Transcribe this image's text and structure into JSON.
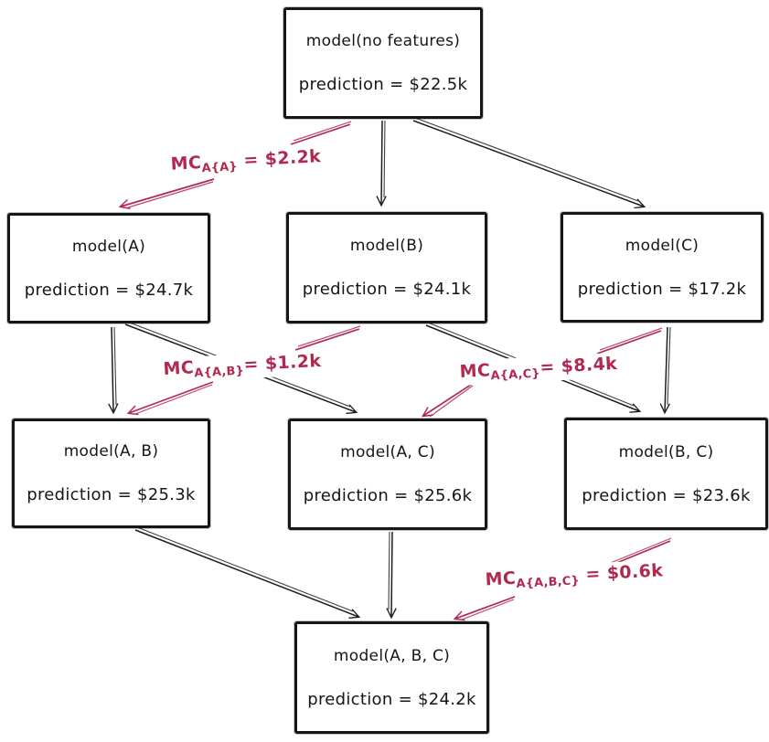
{
  "diagram": {
    "nodes": {
      "none": {
        "title": "model(no features)",
        "prediction": "prediction = $22.5k"
      },
      "a": {
        "title": "model(A)",
        "prediction": "prediction = $24.7k"
      },
      "b": {
        "title": "model(B)",
        "prediction": "prediction = $24.1k"
      },
      "c": {
        "title": "model(C)",
        "prediction": "prediction = $17.2k"
      },
      "ab": {
        "title": "model(A, B)",
        "prediction": "prediction = $25.3k"
      },
      "ac": {
        "title": "model(A, C)",
        "prediction": "prediction = $25.6k"
      },
      "bc": {
        "title": "model(B, C)",
        "prediction": "prediction = $23.6k"
      },
      "abc": {
        "title": "model(A, B, C)",
        "prediction": "prediction = $24.2k"
      }
    },
    "mc_labels": {
      "mc1": {
        "prefix": "MC",
        "sub": "A{A}",
        "rest": " = $2.2k"
      },
      "mc2": {
        "prefix": "MC",
        "sub": "A{A,B}",
        "rest": "= $1.2k"
      },
      "mc3": {
        "prefix": "MC",
        "sub": "A{A,C}",
        "rest": "= $8.4k"
      },
      "mc4": {
        "prefix": "MC",
        "sub": "A{A,B,C}",
        "rest": " = $0.6k"
      }
    },
    "colors": {
      "accent": "#b02a50",
      "line": "#1d1d1d"
    }
  }
}
